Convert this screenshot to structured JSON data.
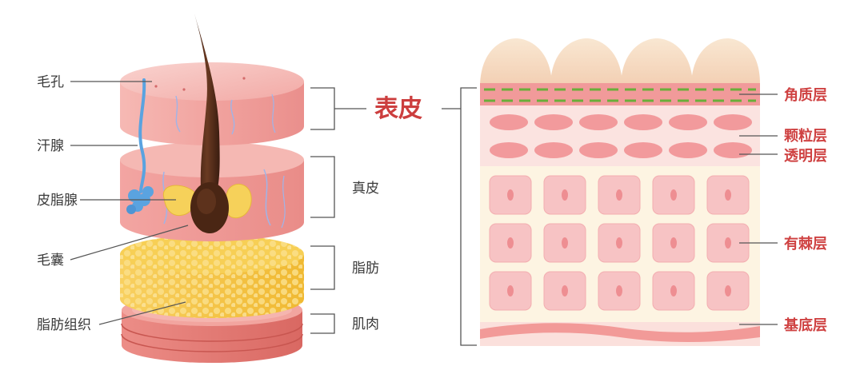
{
  "left_labels": {
    "pore": "毛孔",
    "sweat_gland": "汗腺",
    "sebaceous_gland": "皮脂腺",
    "hair_follicle": "毛囊",
    "adipose_tissue": "脂肪组织"
  },
  "middle_labels": {
    "epidermis": "表皮",
    "dermis": "真皮",
    "fat": "脂肪",
    "muscle": "肌肉"
  },
  "right_labels": {
    "stratum_corneum": "角质层",
    "stratum_granulosum": "颗粒层",
    "stratum_lucidum": "透明层",
    "stratum_spinosum": "有棘层",
    "stratum_basale": "基底层"
  },
  "colors": {
    "label_red": "#cf4242",
    "epidermis_red": "#cc3e3e",
    "skin_pink": "#f4a7a4",
    "fat_yellow": "#f6c842",
    "hair_brown": "#4a2a1a",
    "sweat_blue": "#5aa3e0",
    "corneum_green": "#6aae3a"
  }
}
